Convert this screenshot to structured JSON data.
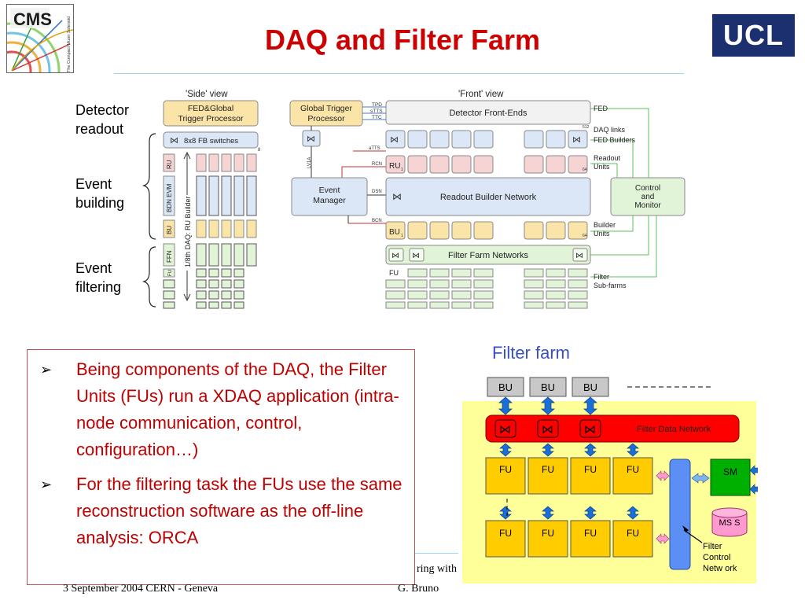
{
  "title": "DAQ and Filter Farm",
  "logos": {
    "cms": "CMS",
    "cms_sub": "The Compact Muon Solenoid",
    "ucl": "UCL"
  },
  "side_labels": {
    "detector_readout": [
      "Detector",
      "readout"
    ],
    "event_building": [
      "Event",
      "building"
    ],
    "event_filtering": [
      "Event",
      "filtering"
    ]
  },
  "side_view": {
    "heading": "'Side' view",
    "fed_global": [
      "FED&Global",
      "Trigger Processor"
    ],
    "fb_switches": "8x8 FB switches",
    "ru": "RU",
    "bdn_evm": "BDN EVM",
    "bu": "BU",
    "ffn": "FFN",
    "fu": "FU",
    "daq_ru_builder": "1/8th DAQ: RU Builder",
    "marker_8": "8"
  },
  "front_view": {
    "heading": "'Front' view",
    "global_trigger": [
      "Global Trigger",
      "Processor"
    ],
    "detector_front_ends": "Detector Front-Ends",
    "tpd": "TPD",
    "stts": "sTTS",
    "ttc": "TTC",
    "atts": "aTTS",
    "rcn": "RCN",
    "lv1a": "LV1A",
    "dsn": "DSN",
    "bcn": "BCN",
    "event_manager": [
      "Event",
      "Manager"
    ],
    "readout_builder_network": "Readout Builder Network",
    "control_monitor": [
      "Control",
      "and",
      "Monitor"
    ],
    "ru": "RU",
    "ru_sub": "1",
    "bu": "BU",
    "bu_sub": "1",
    "fu": "FU",
    "filter_farm_networks": "Filter Farm Networks",
    "num_64": "64",
    "num_512": "512",
    "right_labels": {
      "fed": "FED",
      "daq_links": "DAQ links",
      "fed_builders": "FED Builders",
      "readout_units": [
        "Readout",
        "Units"
      ],
      "builder_units": [
        "Builder",
        "Units"
      ],
      "filter_subfarms": [
        "Filter",
        "Sub-farms"
      ]
    }
  },
  "filter_farm": {
    "title": "Filter farm",
    "bu_labels": [
      "BU",
      "BU",
      "BU"
    ],
    "network_label": "Filter Data Network",
    "fu_labels": [
      "FU",
      "FU",
      "FU",
      "FU"
    ],
    "sm": "SM",
    "mss": "MS S",
    "filter_control": [
      "Filter",
      "Control",
      "Netw ork"
    ]
  },
  "bullets": [
    "Being components of the DAQ, the Filter Units (FUs) run a XDAQ application (intra-node communication, control, configuration…)",
    "For the filtering task the FUs use the same reconstruction software as the off-line analysis: ORCA"
  ],
  "footer": {
    "date": "3 September 2004  CERN - Geneva",
    "partial_title": "ring with",
    "author": "G. Bruno"
  },
  "colors": {
    "title": "#cc0000",
    "bullet_text": "#c00000",
    "diagram_fill_yellow": "#fbe4a8",
    "diagram_fill_blue": "#dbe7f6",
    "diagram_fill_pink": "#f7d4d4",
    "diagram_fill_green": "#e2f4d8",
    "filter_bg": "#ffff99",
    "fu_fill": "#ffcc00",
    "network_red": "#ff0000",
    "sm_green": "#00b000"
  }
}
